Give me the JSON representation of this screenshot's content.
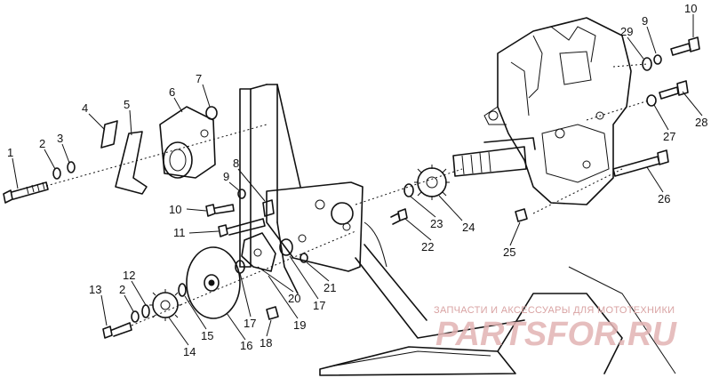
{
  "callouts": [
    {
      "id": "c1",
      "label": "1"
    },
    {
      "id": "c2a",
      "label": "2"
    },
    {
      "id": "c3",
      "label": "3"
    },
    {
      "id": "c4",
      "label": "4"
    },
    {
      "id": "c5",
      "label": "5"
    },
    {
      "id": "c6",
      "label": "6"
    },
    {
      "id": "c7",
      "label": "7"
    },
    {
      "id": "c8",
      "label": "8"
    },
    {
      "id": "c9a",
      "label": "9"
    },
    {
      "id": "c10a",
      "label": "10"
    },
    {
      "id": "c11",
      "label": "11"
    },
    {
      "id": "c12",
      "label": "12"
    },
    {
      "id": "c13",
      "label": "13"
    },
    {
      "id": "c2b",
      "label": "2"
    },
    {
      "id": "c14",
      "label": "14"
    },
    {
      "id": "c15",
      "label": "15"
    },
    {
      "id": "c16",
      "label": "16"
    },
    {
      "id": "c17a",
      "label": "17"
    },
    {
      "id": "c18",
      "label": "18"
    },
    {
      "id": "c19",
      "label": "19"
    },
    {
      "id": "c20",
      "label": "20"
    },
    {
      "id": "c17b",
      "label": "17"
    },
    {
      "id": "c21",
      "label": "21"
    },
    {
      "id": "c22",
      "label": "22"
    },
    {
      "id": "c23",
      "label": "23"
    },
    {
      "id": "c24",
      "label": "24"
    },
    {
      "id": "c25",
      "label": "25"
    },
    {
      "id": "c26",
      "label": "26"
    },
    {
      "id": "c27",
      "label": "27"
    },
    {
      "id": "c28",
      "label": "28"
    },
    {
      "id": "c29",
      "label": "29"
    },
    {
      "id": "c9b",
      "label": "9"
    },
    {
      "id": "c10b",
      "label": "10"
    }
  ],
  "watermark": {
    "tagline": "ЗАПЧАСТИ И АКСЕССУАРЫ ДЛЯ МОТОТЕХНИКИ",
    "logo": "PARTSFOR.RU"
  }
}
